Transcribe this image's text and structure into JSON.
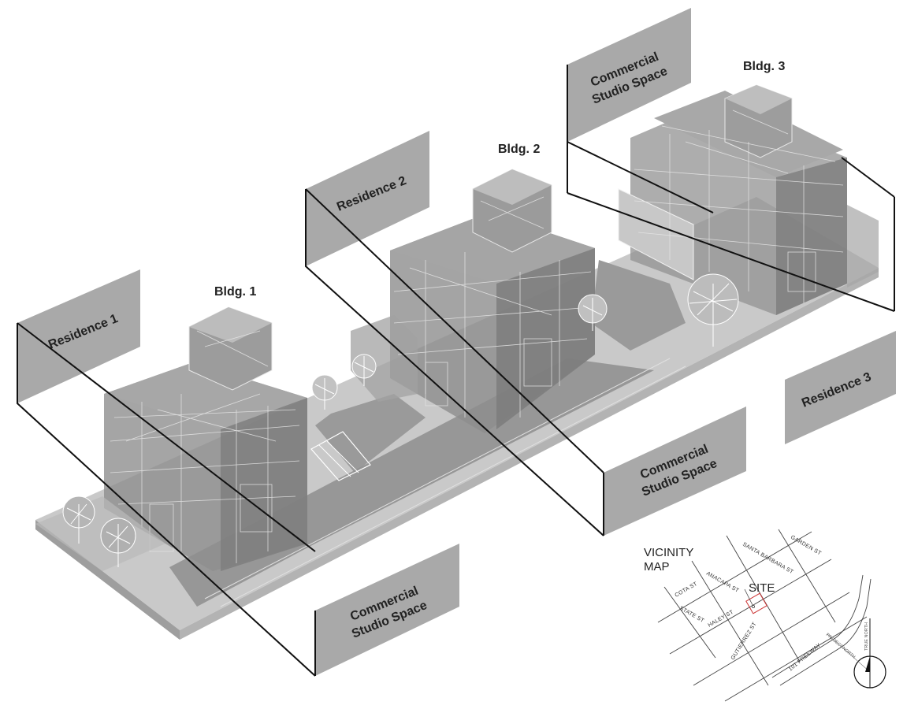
{
  "labels": {
    "residence_1": "Residence 1",
    "residence_2": "Residence 2",
    "residence_3": "Residence 3",
    "commercial_line1": "Commercial",
    "commercial_line2": "Studio Space"
  },
  "buildings": {
    "bldg_1": "Bldg. 1",
    "bldg_2": "Bldg. 2",
    "bldg_3": "Bldg. 3"
  },
  "vicinity_map": {
    "title_line1": "VICINITY",
    "title_line2": "MAP",
    "site": "SITE",
    "streets": {
      "santa_barbara": "SANTA BARBARA ST",
      "garden": "GARDEN ST",
      "cota": "COTA ST",
      "anacapa": "ANACAPA ST",
      "state": "STATE ST",
      "haley": "HALEY ST",
      "gutierrez": "GUTIERREZ ST",
      "freeway": "101 FREEWAY"
    },
    "project_north": "PROJECT NORTH",
    "true_north": "TRUE NORTH"
  },
  "colors": {
    "panel": "#a9a9a9",
    "building_fill": "#8f8f8f",
    "ground": "#9a9a9a",
    "line": "#111111"
  }
}
